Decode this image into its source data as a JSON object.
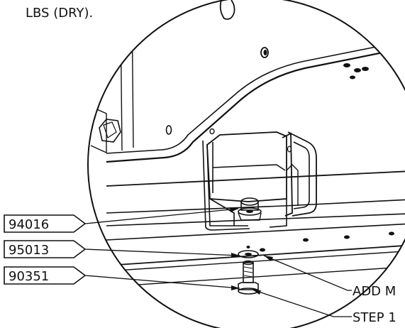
{
  "header_text": "LBS (DRY).",
  "callouts": [
    {
      "part": "94016"
    },
    {
      "part": "95013"
    },
    {
      "part": "90351"
    }
  ],
  "notes": [
    {
      "text": "ADD M"
    },
    {
      "text": "STEP 1"
    }
  ],
  "colors": {
    "ink": "#111111",
    "background": "#ffffff"
  }
}
